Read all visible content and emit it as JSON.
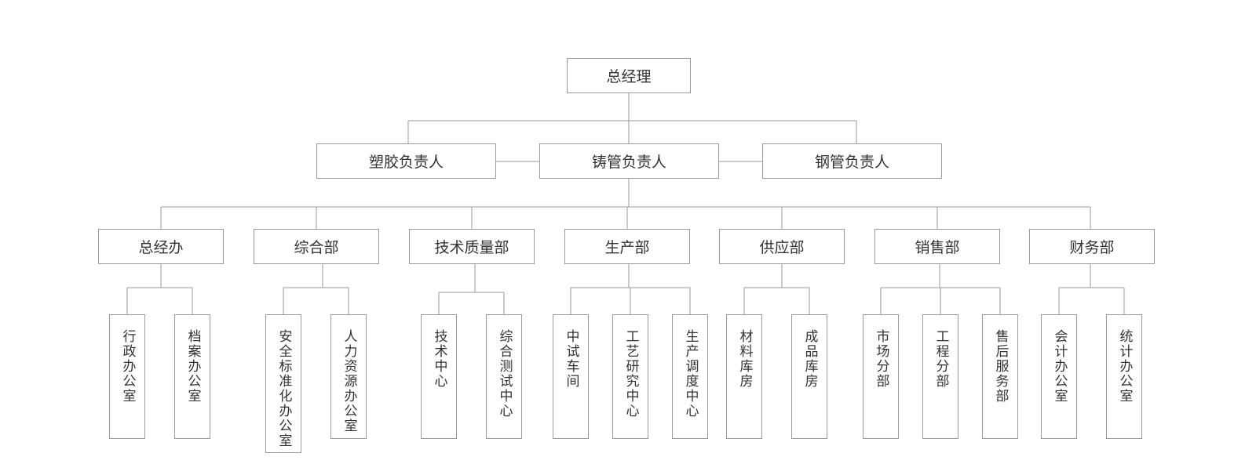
{
  "org_chart": {
    "root": "总经理",
    "heads": [
      "塑胶负责人",
      "铸管负责人",
      "钢管负责人"
    ],
    "departments": [
      {
        "name": "总经办",
        "units": [
          "行政办公室",
          "档案办公室"
        ]
      },
      {
        "name": "综合部",
        "units": [
          "安全标准化办公室",
          "人力资源办公室"
        ]
      },
      {
        "name": "技术质量部",
        "units": [
          "技术中心",
          "综合测试中心"
        ]
      },
      {
        "name": "生产部",
        "units": [
          "中试车间",
          "工艺研究中心",
          "生产调度中心"
        ]
      },
      {
        "name": "供应部",
        "units": [
          "材料库房",
          "成品库房"
        ]
      },
      {
        "name": "销售部",
        "units": [
          "市场分部",
          "工程分部",
          "售后服务部"
        ]
      },
      {
        "name": "财务部",
        "units": [
          "会计办公室",
          "统计办公室"
        ]
      }
    ]
  },
  "colors": {
    "line": "#9a9a9a",
    "border": "#9a9a9a",
    "text": "#333333",
    "background": "#ffffff"
  }
}
